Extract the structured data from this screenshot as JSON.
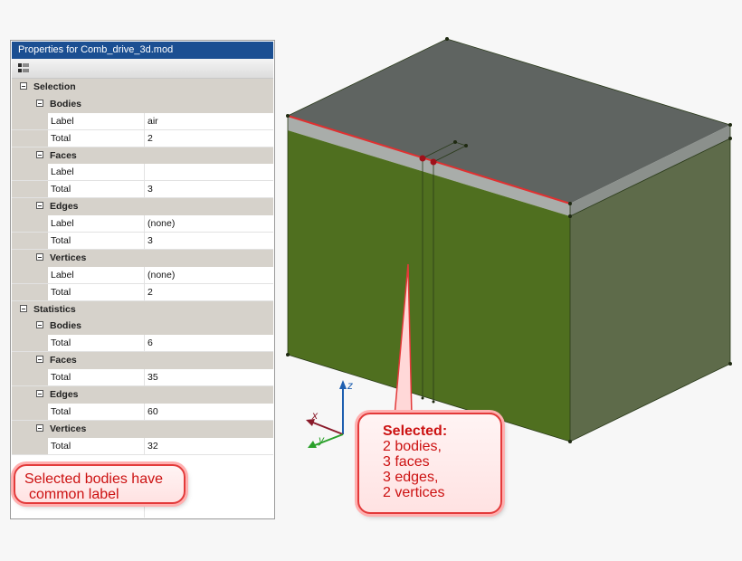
{
  "panel": {
    "title": "Properties for Comb_drive_3d.mod",
    "toolbar_icon": "categorized-view-icon",
    "rows": [
      {
        "type": "cat",
        "level": 0,
        "label": "Selection"
      },
      {
        "type": "cat",
        "level": 1,
        "label": "Bodies"
      },
      {
        "type": "prop",
        "key": "Label",
        "value": "air"
      },
      {
        "type": "prop",
        "key": "Total",
        "value": "2"
      },
      {
        "type": "cat",
        "level": 1,
        "label": "Faces"
      },
      {
        "type": "prop",
        "key": "Label",
        "value": ""
      },
      {
        "type": "prop",
        "key": "Total",
        "value": "3"
      },
      {
        "type": "cat",
        "level": 1,
        "label": "Edges"
      },
      {
        "type": "prop",
        "key": "Label",
        "value": "(none)"
      },
      {
        "type": "prop",
        "key": "Total",
        "value": "3"
      },
      {
        "type": "cat",
        "level": 1,
        "label": "Vertices"
      },
      {
        "type": "prop",
        "key": "Label",
        "value": "(none)"
      },
      {
        "type": "prop",
        "key": "Total",
        "value": "2"
      },
      {
        "type": "cat",
        "level": 0,
        "label": "Statistics"
      },
      {
        "type": "cat",
        "level": 1,
        "label": "Bodies"
      },
      {
        "type": "prop",
        "key": "Total",
        "value": "6"
      },
      {
        "type": "cat",
        "level": 1,
        "label": "Faces"
      },
      {
        "type": "prop",
        "key": "Total",
        "value": "35"
      },
      {
        "type": "cat",
        "level": 1,
        "label": "Edges"
      },
      {
        "type": "prop",
        "key": "Total",
        "value": "60"
      },
      {
        "type": "cat",
        "level": 1,
        "label": "Vertices"
      },
      {
        "type": "prop",
        "key": "Total",
        "value": "32"
      }
    ]
  },
  "axes": {
    "x": "x",
    "y": "y",
    "z": "z"
  },
  "callouts": {
    "left": {
      "line1": "Selected bodies have",
      "line2": "common label"
    },
    "right": {
      "heading": "Selected:",
      "lines": [
        "2 bodies,",
        "3 faces",
        "3 edges,",
        "2 vertices"
      ]
    }
  },
  "colors": {
    "title_bar": "#1b4f92",
    "front_face": "#4f6f1f",
    "side_face": "#5e6b4a",
    "top_face": "#5f6461",
    "selection": "#e03030",
    "callout_text": "#cc1111"
  }
}
